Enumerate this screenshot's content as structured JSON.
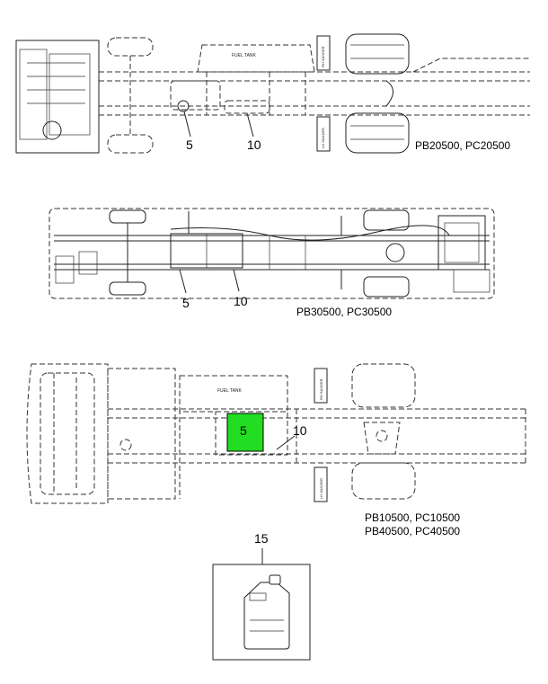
{
  "diagram1": {
    "fuel_tank_label": "FUEL TANK",
    "sander_rh": "RH SANDER",
    "sander_lh": "LH SANDER",
    "callouts": [
      "5",
      "10"
    ],
    "models": "PB20500, PC20500"
  },
  "diagram2": {
    "callouts": [
      "5",
      "10"
    ],
    "models": "PB30500, PC30500"
  },
  "diagram3": {
    "fuel_tank_label": "FUEL TANK",
    "sander_rh": "RH SANDER",
    "sander_lh": "LH SANDER",
    "callouts": [
      "5",
      "10"
    ],
    "models_line1": "PB10500, PC10500",
    "models_line2": "PB40500, PC40500",
    "highlight_color": "#22dd22"
  },
  "item15": {
    "callout": "15",
    "icon": "jug-icon"
  }
}
